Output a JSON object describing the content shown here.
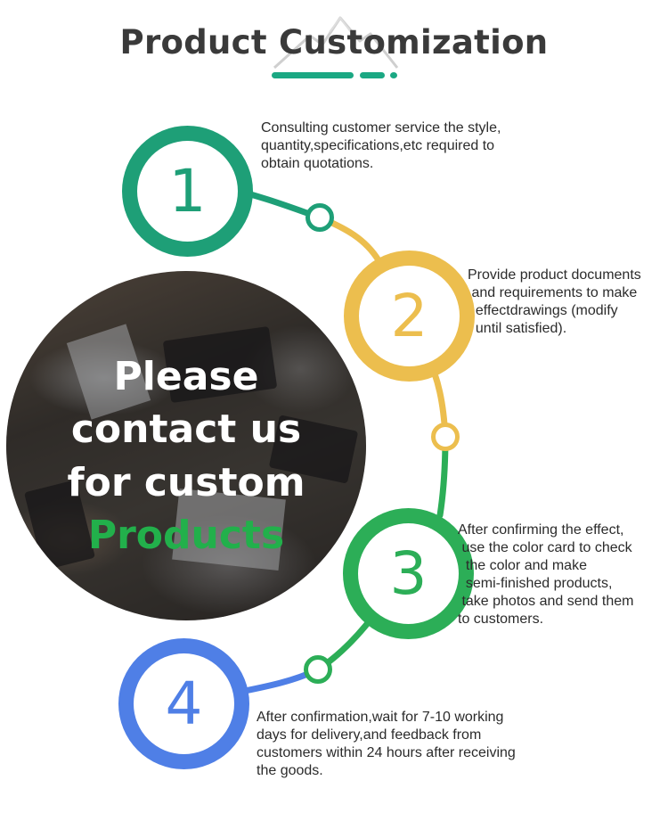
{
  "header": {
    "title": "Product Customization",
    "accent_color": "#1ba883",
    "decoration_icon": "mountain-icon"
  },
  "banner": {
    "lines": [
      "Please",
      "contact us",
      "for custom",
      "Products"
    ],
    "line_colors": [
      "#ffffff",
      "#ffffff",
      "#ffffff",
      "#22b04b"
    ]
  },
  "steps": [
    {
      "number": "1",
      "color": "#1e9f77",
      "description_lines": [
        "Consulting customer service the style,",
        "quantity,specifications,etc required to",
        "obtain quotations."
      ]
    },
    {
      "number": "2",
      "color": "#ecbe4e",
      "description_lines": [
        "Provide product documents",
        " and requirements to make",
        "  effectdrawings (modify",
        "  until satisfied)."
      ]
    },
    {
      "number": "3",
      "color": "#2cae57",
      "description_lines": [
        "After confirming the effect,",
        " use the color card to check",
        "  the color and make",
        "  semi-finished products,",
        " take photos and send them",
        "to customers."
      ]
    },
    {
      "number": "4",
      "color": "#4f7fe6",
      "description_lines": [
        "After confirmation,wait for 7-10 working",
        "days for delivery,and feedback from",
        "customers within 24 hours after receiving",
        "the goods."
      ]
    }
  ]
}
